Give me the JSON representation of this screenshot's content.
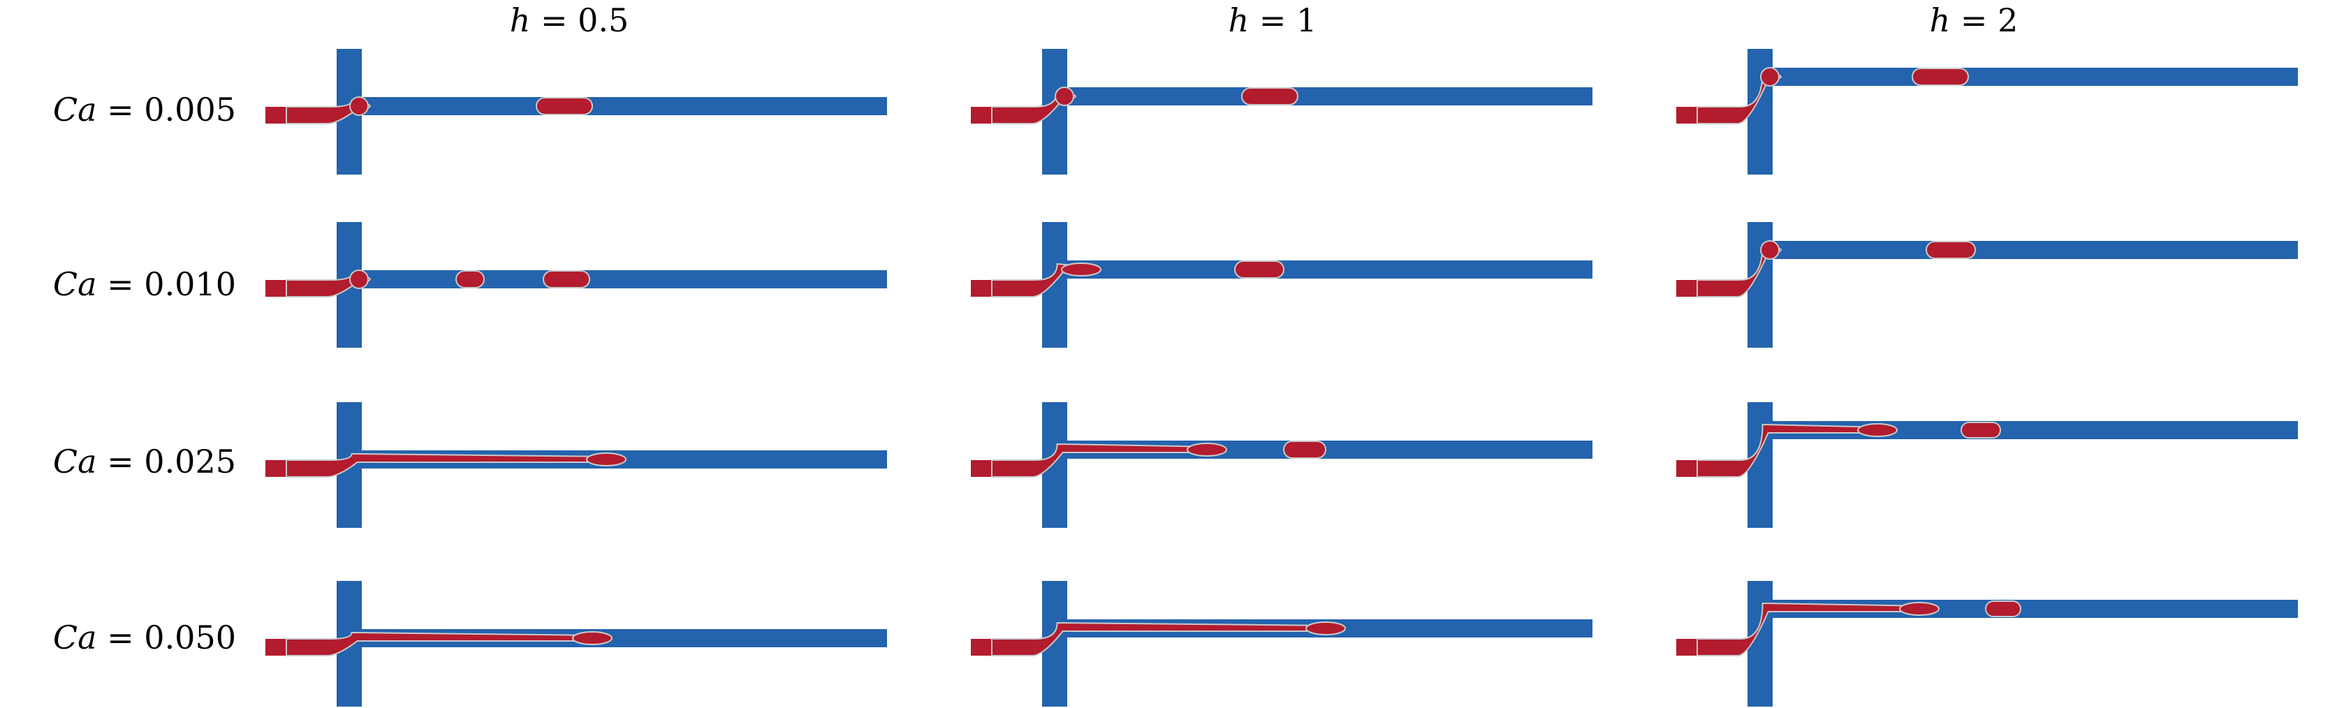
{
  "colors": {
    "channel": "#2463ad",
    "droplet": "#b31b2e",
    "interface": "#c9c9c9",
    "background": "#ffffff"
  },
  "columns": [
    {
      "var": "h",
      "eq": " = ",
      "value": "0.5",
      "h": 0.5
    },
    {
      "var": "h",
      "eq": " = ",
      "value": "1",
      "h": 1
    },
    {
      "var": "h",
      "eq": " = ",
      "value": "2",
      "h": 2
    }
  ],
  "rows": [
    {
      "var": "Ca",
      "eq": " = ",
      "value": "0.005",
      "ca": 0.005
    },
    {
      "var": "Ca",
      "eq": " = ",
      "value": "0.010",
      "ca": 0.01
    },
    {
      "var": "Ca",
      "eq": " = ",
      "value": "0.025",
      "ca": 0.025
    },
    {
      "var": "Ca",
      "eq": " = ",
      "value": "0.050",
      "ca": 0.05
    }
  ]
}
